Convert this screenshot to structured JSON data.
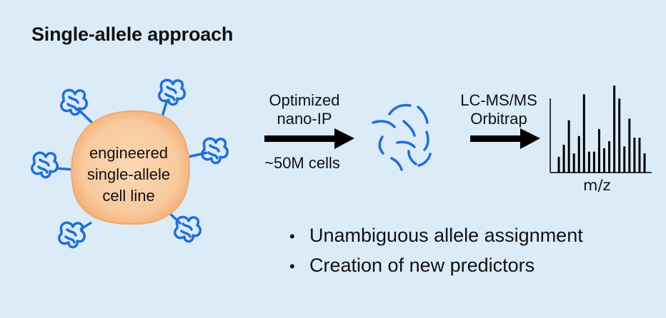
{
  "title": "Single-allele approach",
  "cell_label": [
    "engineered",
    "single-allele",
    "cell line"
  ],
  "step1": {
    "top": [
      "Optimized",
      "nano-IP"
    ],
    "bottom": "~50M cells"
  },
  "step2": {
    "top": [
      "LC-MS/MS",
      "Orbitrap"
    ]
  },
  "spectrum": {
    "xlabel": "m/z",
    "peaks": [
      0.18,
      0.32,
      0.6,
      0.22,
      0.42,
      0.9,
      0.24,
      0.24,
      0.5,
      0.28,
      0.36,
      1.0,
      0.85,
      0.3,
      0.62,
      0.4,
      0.4,
      0.22
    ]
  },
  "bullets": [
    "Unambiguous allele assignment",
    "Creation of new predictors"
  ],
  "colors": {
    "background": "#dcebf8",
    "cell_fill": "#f8c99c",
    "cell_edge": "#f4b27a",
    "mhc_blue": "#1f6fd8",
    "arrow": "#000000"
  }
}
